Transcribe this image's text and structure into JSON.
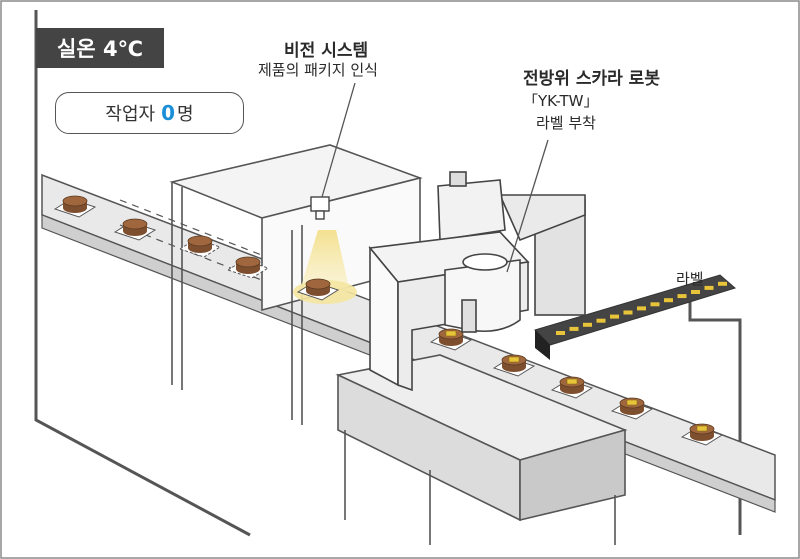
{
  "badge": {
    "temperature": "실온 4℃"
  },
  "workers": {
    "label": "작업자",
    "count": "0",
    "unit": "명"
  },
  "vision": {
    "title": "비전 시스템",
    "desc": "제품의 패키지 인식"
  },
  "robot": {
    "title": "전방위 스카라 로봇",
    "model": "「YK-TW」",
    "desc": "라벨 부착"
  },
  "label_feed": {
    "label": "라벨"
  },
  "colors": {
    "accent": "#1a8fd8",
    "badge_bg": "#444444",
    "product": "#a0673f",
    "label": "#e7c43a",
    "light": "#f6e9a8"
  }
}
